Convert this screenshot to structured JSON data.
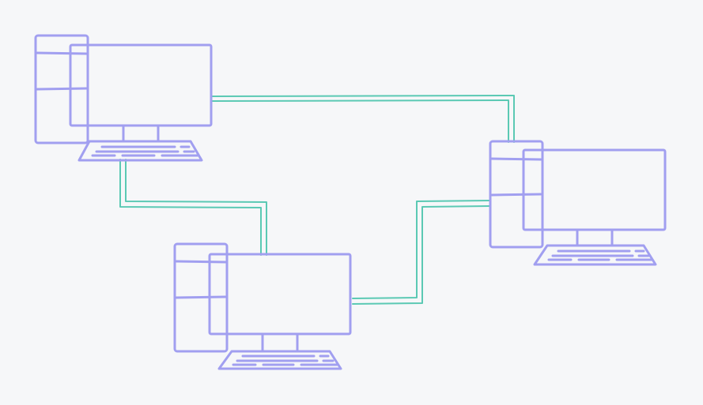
{
  "diagram": {
    "type": "network-illustration",
    "background_color": "#f6f7f9",
    "device_color": "#a19ff0",
    "cable_color": "#5bc9b4",
    "nodes": [
      {
        "id": "computer-top-left",
        "kind": "desktop-computer",
        "label": ""
      },
      {
        "id": "computer-right",
        "kind": "desktop-computer",
        "label": ""
      },
      {
        "id": "computer-bottom",
        "kind": "desktop-computer",
        "label": ""
      }
    ],
    "links": [
      {
        "from": "computer-top-left",
        "to": "computer-right",
        "style": "double-line"
      },
      {
        "from": "computer-top-left",
        "to": "computer-bottom",
        "style": "double-line"
      },
      {
        "from": "computer-bottom",
        "to": "computer-right",
        "style": "double-line"
      }
    ]
  }
}
